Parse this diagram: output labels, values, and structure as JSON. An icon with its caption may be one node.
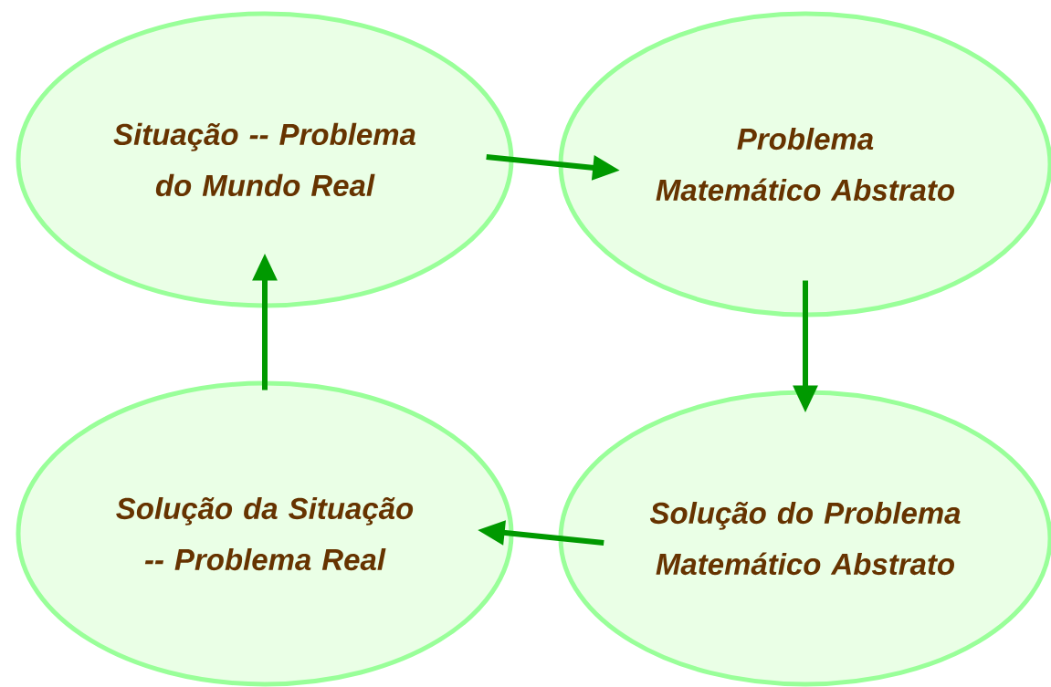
{
  "diagram": {
    "nodes": [
      {
        "text": [
          "Situação -- Problema do Mundo Real"
        ]
      },
      {
        "text": [
          "Problema Matemático Abstrato"
        ]
      },
      {
        "text": [
          "Solução do  Problema Matemático Abstrato"
        ]
      },
      {
        "text": [
          "Solução da Situação -- Problema Real"
        ]
      }
    ],
    "edges": [
      {
        "from": 0,
        "to": 1,
        "arrow": "to"
      },
      {
        "from": 1,
        "to": 2,
        "arrow": "to"
      },
      {
        "from": 2,
        "to": 3,
        "arrow": "to"
      },
      {
        "from": 3,
        "to": 0,
        "arrow": "to"
      }
    ]
  }
}
